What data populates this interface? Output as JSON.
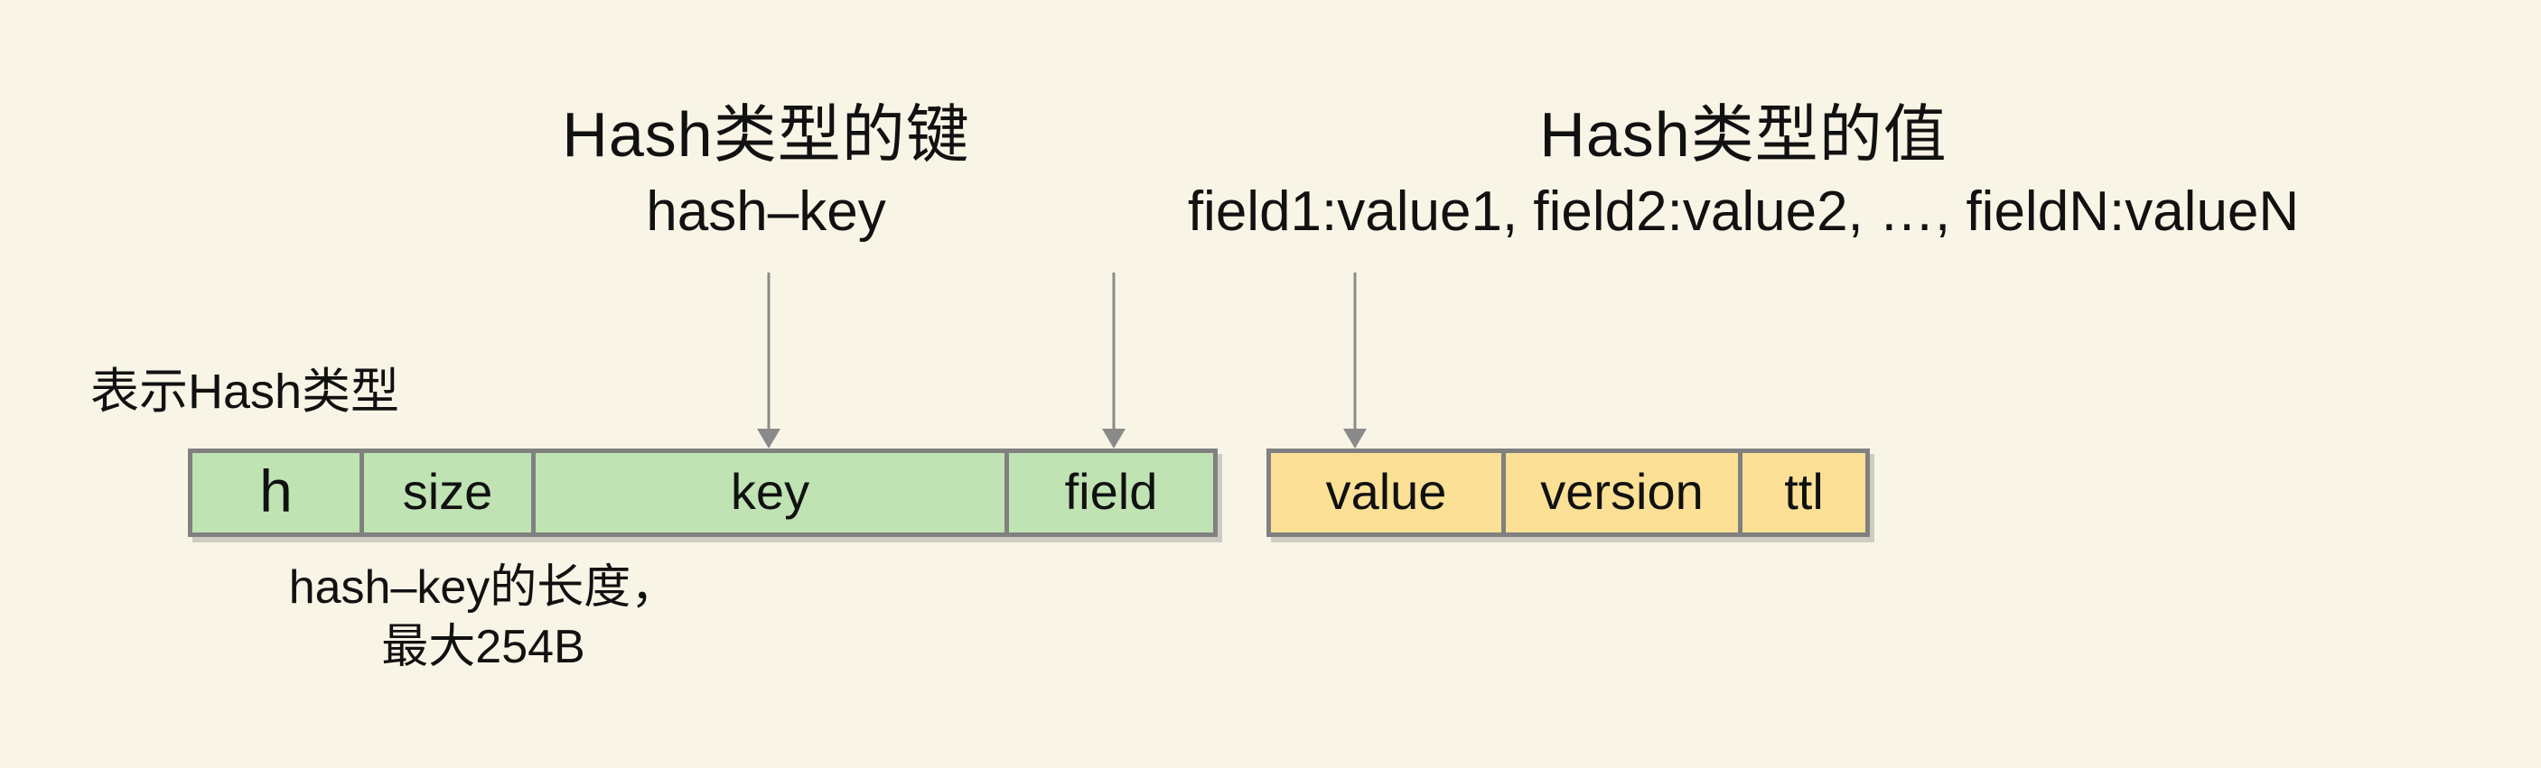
{
  "labels": {
    "key_title": "Hash类型的键",
    "key_subtitle": "hash–key",
    "value_title": "Hash类型的值",
    "value_subtitle": "field1:value1, field2:value2, …, fieldN:valueN",
    "type_label": "表示Hash类型",
    "note_line1": "hash–key的长度，",
    "note_line2": "最大254B"
  },
  "key_block": {
    "fill": "#c0e3b4",
    "cells": [
      "h",
      "size",
      "key",
      "field"
    ]
  },
  "value_block": {
    "fill": "#fbe095",
    "cells": [
      "value",
      "version",
      "ttl"
    ]
  },
  "colors": {
    "background": "#f8f5e7",
    "border": "#808080",
    "arrow": "#8a8a8a",
    "text": "#111111"
  }
}
